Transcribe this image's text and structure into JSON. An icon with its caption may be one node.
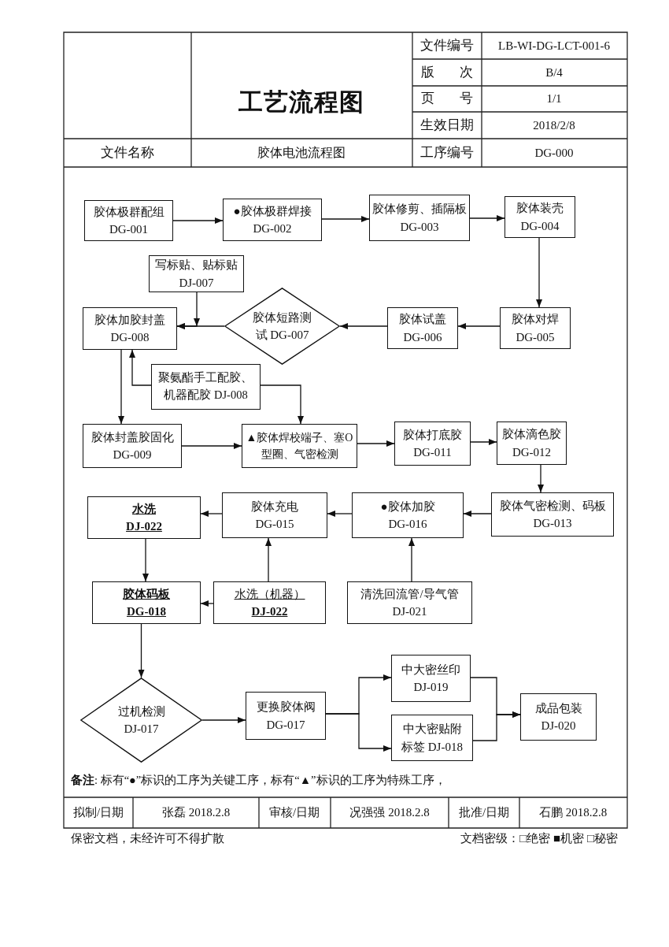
{
  "diagram": {
    "title": "工艺流程图",
    "nodes": [
      {
        "text": [
          "胶体极群配组",
          "DG-001"
        ]
      },
      {
        "text": [
          "●胶体极群焊接",
          "DG-002"
        ]
      },
      {
        "text": [
          "胶体修剪、插隔板",
          "DG-003"
        ]
      },
      {
        "text": [
          "胶体装壳",
          "DG-004"
        ]
      },
      {
        "text": [
          "写标贴、贴标贴",
          "DJ-007"
        ]
      },
      {
        "text": [
          "胶体加胶封盖",
          "DG-008"
        ]
      },
      {
        "text": [
          "胶体短路测试 DG-007"
        ]
      },
      {
        "text": [
          "胶体试盖",
          "DG-006"
        ]
      },
      {
        "text": [
          "胶体对焊",
          "DG-005"
        ]
      },
      {
        "text": [
          "聚氨酯手工配胶、机器配胶 DJ-008"
        ]
      },
      {
        "text": [
          "胶体封盖胶固化",
          "DG-009"
        ]
      },
      {
        "text": [
          "▲胶体焊校端子、塞O型圈、气密检测"
        ]
      },
      {
        "text": [
          "胶体打底胶",
          "DG-011"
        ]
      },
      {
        "text": [
          "胶体滴色胶",
          "DG-012"
        ]
      },
      {
        "text": [
          "胶体气密检测、码板",
          "DG-013"
        ]
      },
      {
        "text": [
          "●胶体加胶",
          "DG-016"
        ]
      },
      {
        "text": [
          "胶体充电",
          "DG-015"
        ]
      },
      {
        "text": [
          "水洗",
          "DJ-022"
        ]
      },
      {
        "text": [
          "胶体码板",
          "DG-018"
        ]
      },
      {
        "text": [
          "水洗（机器）",
          "DJ-022"
        ]
      },
      {
        "text": [
          "清洗回流管/导气管",
          "DJ-021"
        ]
      },
      {
        "text": [
          "过机检测",
          "DJ-017"
        ]
      },
      {
        "text": [
          "更换胶体阀",
          "DG-017"
        ]
      },
      {
        "text": [
          "中大密丝印",
          "DJ-019"
        ]
      },
      {
        "text": [
          "中大密贴附标签 DJ-018"
        ]
      },
      {
        "text": [
          "成品包装",
          "DJ-020"
        ]
      }
    ],
    "edges": [
      {
        "from": 0,
        "to": 1,
        "arrow": "to"
      },
      {
        "from": 1,
        "to": 2,
        "arrow": "to"
      },
      {
        "from": 2,
        "to": 3,
        "arrow": "to"
      },
      {
        "from": 3,
        "to": 8,
        "arrow": "to"
      },
      {
        "from": 8,
        "to": 7,
        "arrow": "to"
      },
      {
        "from": 7,
        "to": 6,
        "arrow": "to"
      },
      {
        "from": 6,
        "to": 5,
        "arrow": "to"
      },
      {
        "from": 4,
        "to": 5,
        "arrow": "to"
      },
      {
        "from": 9,
        "to": 5,
        "arrow": "to"
      },
      {
        "from": 9,
        "to": 11,
        "arrow": "to"
      },
      {
        "from": 5,
        "to": 10,
        "arrow": "to"
      },
      {
        "from": 10,
        "to": 11,
        "arrow": "to"
      },
      {
        "from": 11,
        "to": 12,
        "arrow": "to"
      },
      {
        "from": 12,
        "to": 13,
        "arrow": "to"
      },
      {
        "from": 13,
        "to": 14,
        "arrow": "to"
      },
      {
        "from": 14,
        "to": 15,
        "arrow": "to"
      },
      {
        "from": 15,
        "to": 16,
        "arrow": "to"
      },
      {
        "from": 16,
        "to": 17,
        "arrow": "to"
      },
      {
        "from": 20,
        "to": 15,
        "arrow": "to"
      },
      {
        "from": 19,
        "to": 16,
        "arrow": "to"
      },
      {
        "from": 17,
        "to": 18,
        "arrow": "to"
      },
      {
        "from": 19,
        "to": 18,
        "arrow": "to"
      },
      {
        "from": 18,
        "to": 21,
        "arrow": "to"
      },
      {
        "from": 21,
        "to": 22,
        "arrow": "to"
      },
      {
        "from": 22,
        "to": 23,
        "arrow": "to"
      },
      {
        "from": 22,
        "to": 24,
        "arrow": "to"
      },
      {
        "from": 23,
        "to": 25,
        "arrow": "to"
      },
      {
        "from": 24,
        "to": 25,
        "arrow": "to"
      }
    ],
    "labels": [
      "文件编号",
      "LB-WI-DG-LCT-001-6",
      "版 次",
      "B/4",
      "页 号",
      "1/1",
      "生效日期",
      "2018/2/8",
      "文件名称",
      "胶体电池流程图",
      "工序编号",
      "DG-000",
      "**备注**: 标有“●”标识的工序为关键工序，标有“▲”标识的工序为特殊工序，",
      "拟制/日期",
      "张磊 2018.2.8",
      "审核/日期",
      "况强强 2018.2.8",
      "批准/日期",
      "石鹏 2018.2.8",
      "保密文档，未经许可不得扩散",
      "文档密级：□绝密 ■机密 □秘密"
    ]
  }
}
